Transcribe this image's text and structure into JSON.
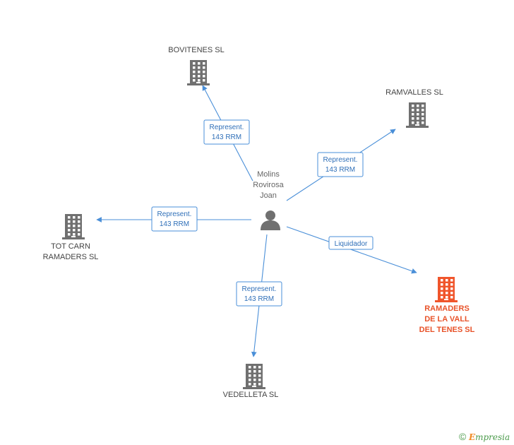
{
  "person": {
    "label": "Molins\nRovirosa\nJoan",
    "icon": "person-icon"
  },
  "companies": [
    {
      "id": "bovitenes",
      "label": "BOVITENES SL",
      "icon": "building-icon",
      "color": "#707070"
    },
    {
      "id": "ramvalles",
      "label": "RAMVALLES SL",
      "icon": "building-icon",
      "color": "#707070"
    },
    {
      "id": "totcarn",
      "label": "TOT CARN\nRAMADERS SL",
      "icon": "building-icon",
      "color": "#707070"
    },
    {
      "id": "vedelleta",
      "label": "VEDELLETA SL",
      "icon": "building-icon",
      "color": "#707070"
    },
    {
      "id": "ramaders",
      "label": "RAMADERS\nDE LA VALL\nDEL TENES SL",
      "icon": "building-icon",
      "color": "#f0552b",
      "highlight": true
    }
  ],
  "relations": [
    {
      "to": "bovitenes",
      "label": [
        "Represent.",
        "143 RRM"
      ]
    },
    {
      "to": "ramvalles",
      "label": [
        "Represent.",
        "143 RRM"
      ]
    },
    {
      "to": "totcarn",
      "label": [
        "Represent.",
        "143 RRM"
      ]
    },
    {
      "to": "vedelleta",
      "label": [
        "Represent.",
        "143 RRM"
      ]
    },
    {
      "to": "ramaders",
      "label": [
        "Liquidador"
      ]
    }
  ],
  "footer": {
    "copyright_symbol": "©",
    "brand_initial": "E",
    "brand_rest": "mpresia"
  },
  "colors": {
    "edge": "#4a8fd8",
    "edge_text": "#2f6fb8",
    "node": "#707070",
    "highlight": "#f0552b"
  }
}
